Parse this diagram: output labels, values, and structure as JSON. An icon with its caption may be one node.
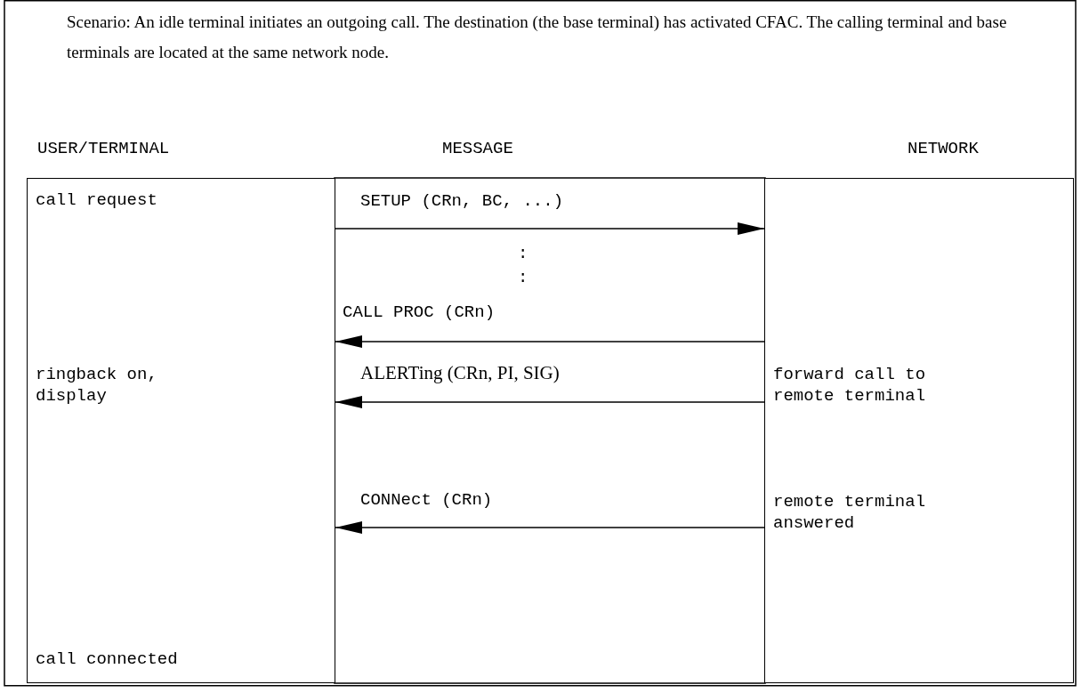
{
  "diagram": {
    "nodes": [
      {
        "text": [
          "call request",
          "ringback on, display",
          "call connected"
        ]
      },
      {
        "text": [
          "forward call to remote terminal",
          "remote terminal answered"
        ]
      }
    ],
    "edges": [
      {
        "from": 0,
        "to": 1,
        "arrow": "to",
        "label": "SETUP (CRn, BC, ...)"
      },
      {
        "from": 1,
        "to": 0,
        "arrow": "to",
        "label": "CALL PROC (CRn)"
      },
      {
        "from": 1,
        "to": 0,
        "arrow": "to",
        "label": "ALERTing (CRn, PI, SIG)"
      },
      {
        "from": 1,
        "to": 0,
        "arrow": "to",
        "label": "CONNect (CRn)"
      }
    ],
    "labels": [
      "Scenario: An idle terminal initiates an outgoing call. The destination (the base terminal) has activated CFAC. The calling terminal and base terminals are located at the same network node.",
      "USER/TERMINAL",
      "MESSAGE",
      "NETWORK",
      ":",
      ":"
    ]
  }
}
